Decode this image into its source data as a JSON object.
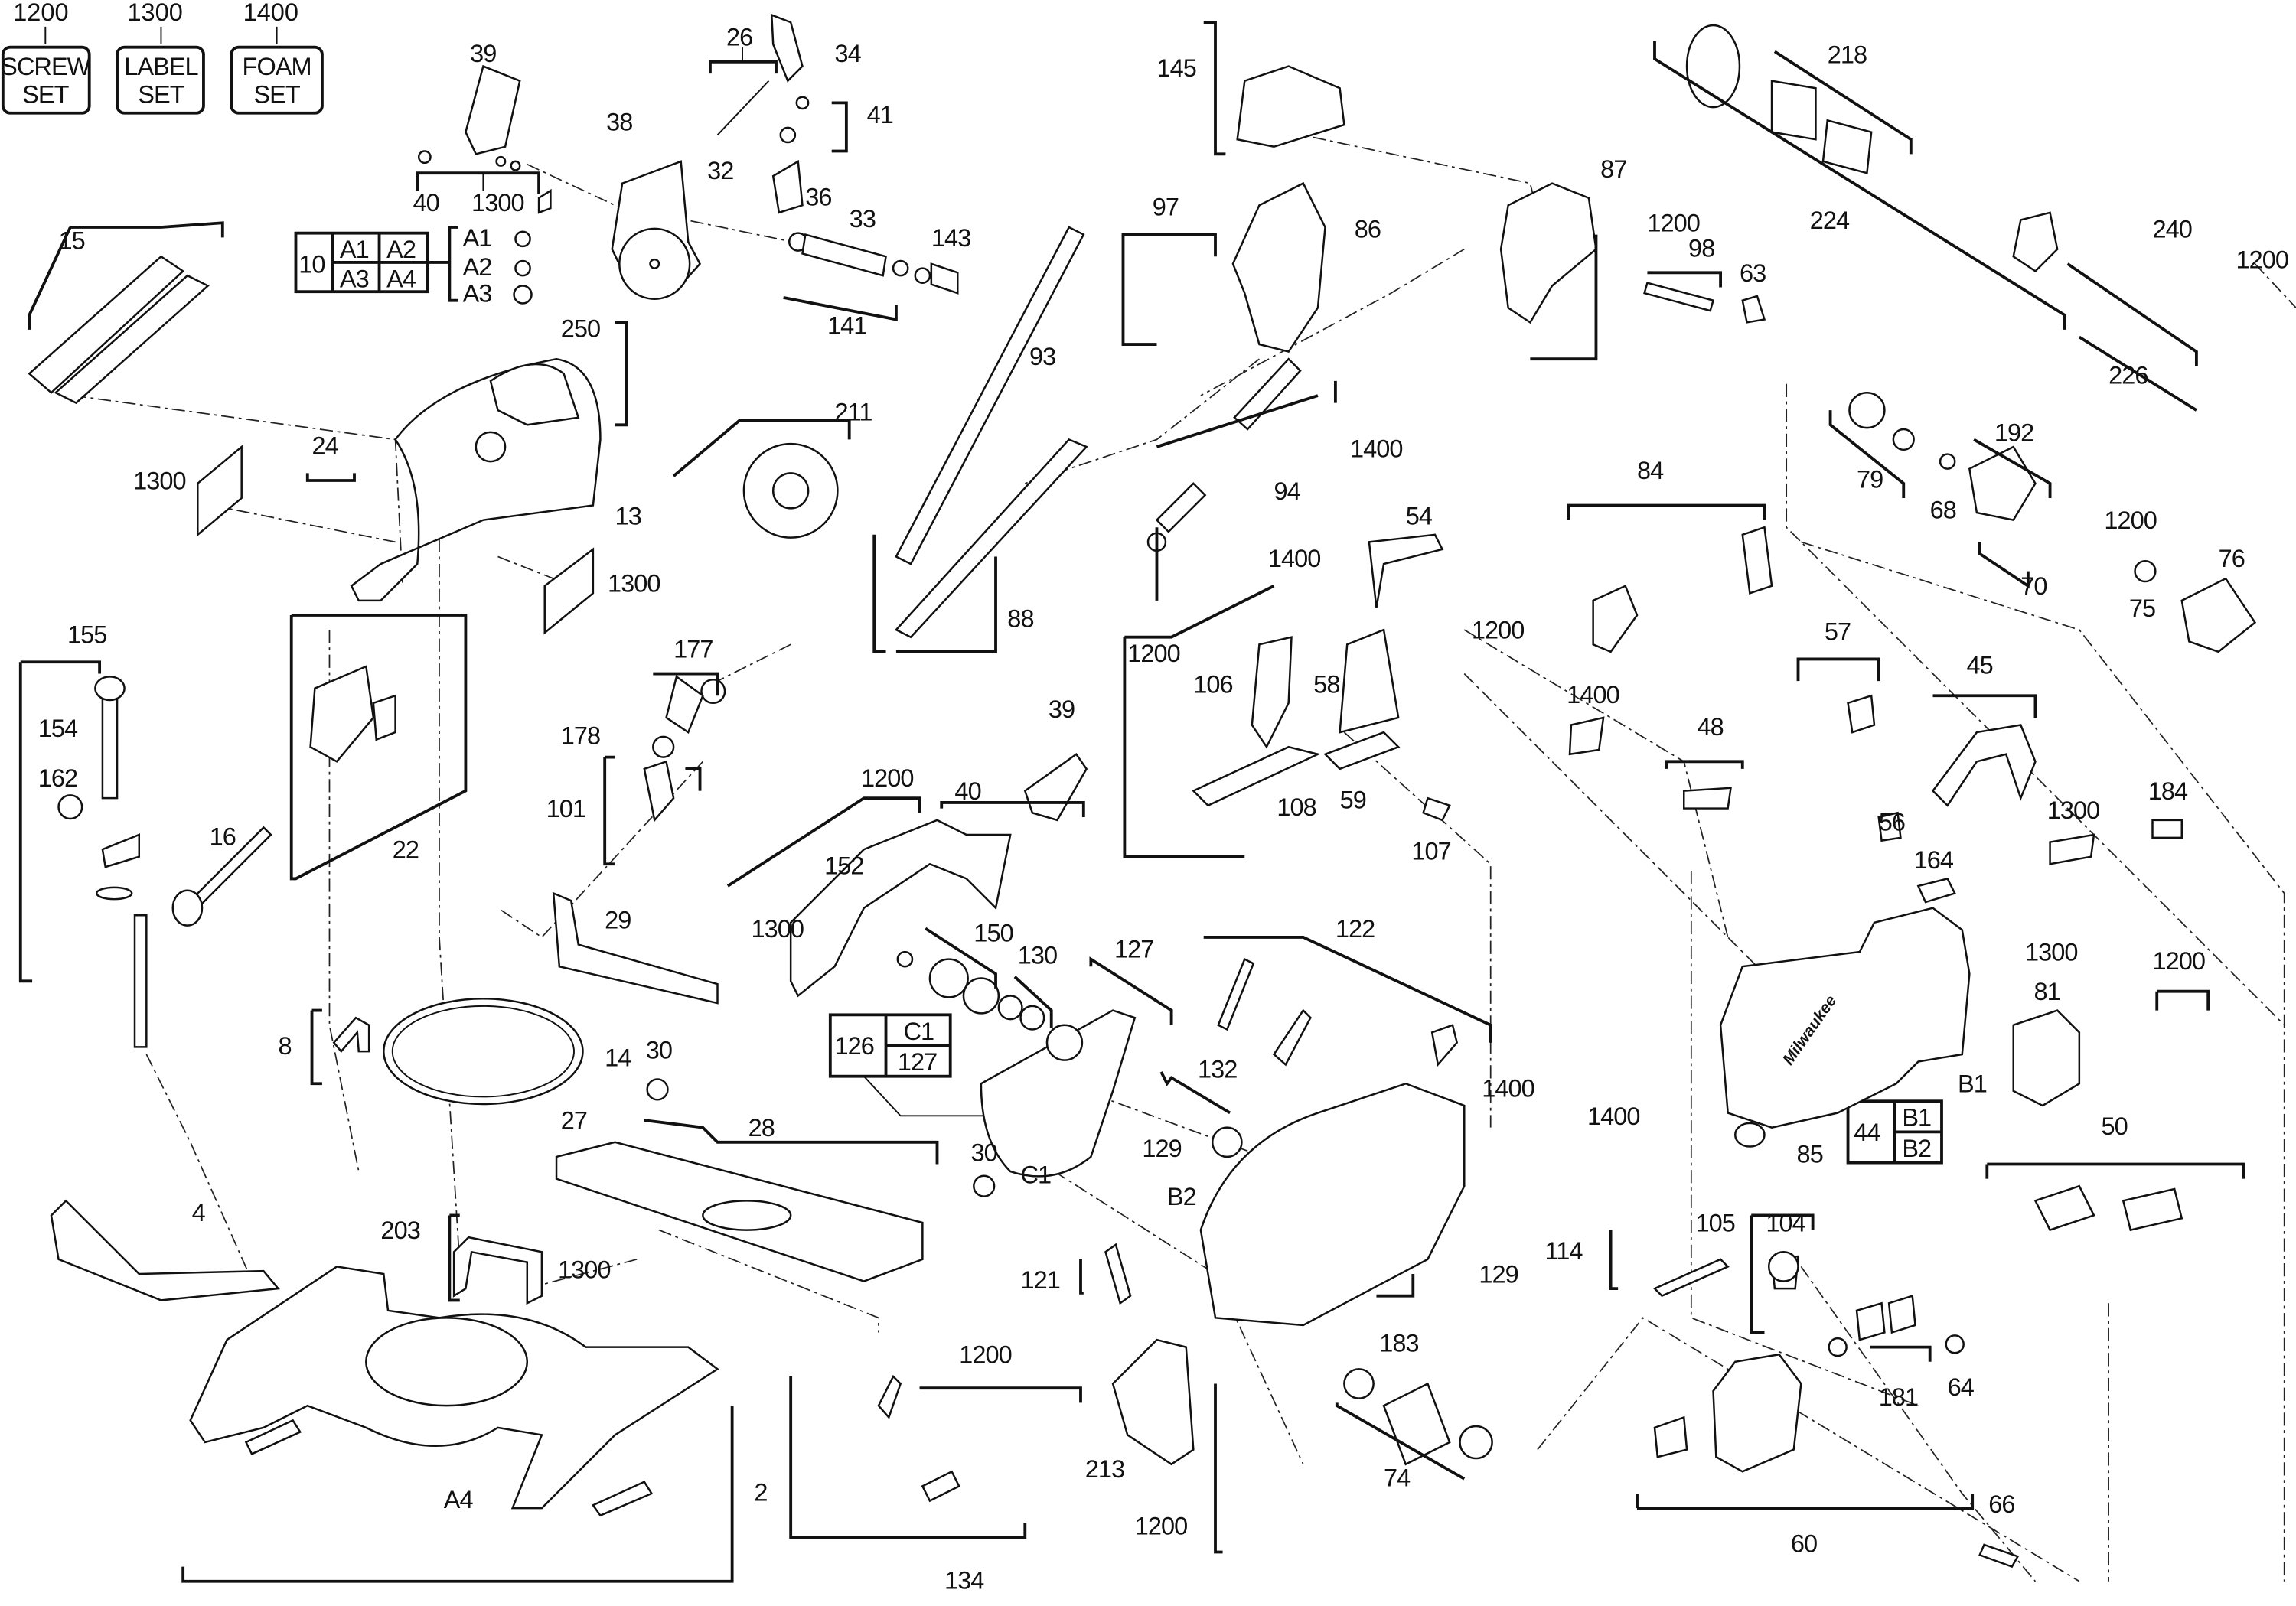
{
  "diagram": {
    "title": "Miter saw exploded parts diagram",
    "brand_on_housing": "Milwaukee",
    "brand_color": "#c8102e",
    "legend_sets": [
      {
        "number": "1200",
        "label_line1": "SCREW",
        "label_line2": "SET"
      },
      {
        "number": "1300",
        "label_line1": "LABEL",
        "label_line2": "SET"
      },
      {
        "number": "1400",
        "label_line1": "FOAM",
        "label_line2": "SET"
      }
    ],
    "kit_tables": [
      {
        "kit": "10",
        "cells": [
          "A1",
          "A2",
          "A3",
          "A4"
        ],
        "breakout": [
          "A1",
          "A2",
          "A3"
        ]
      },
      {
        "kit": "126",
        "cells": [
          "C1",
          "127"
        ]
      },
      {
        "kit": "44",
        "cells": [
          "B1",
          "B2"
        ]
      }
    ],
    "callouts": {
      "p39a": "39",
      "p40a": "40",
      "p1300a": "1300",
      "p26": "26",
      "p34": "34",
      "p38": "38",
      "p41": "41",
      "p32": "32",
      "p36": "36",
      "p33": "33",
      "p143": "143",
      "p141": "141",
      "p15": "15",
      "p250": "250",
      "p24": "24",
      "p1300b": "1300",
      "p13": "13",
      "p1300c": "1300",
      "p211": "211",
      "p145": "145",
      "p97": "97",
      "p86": "86",
      "p87": "87",
      "p1200a": "1200",
      "p98": "98",
      "p63": "63",
      "p93": "93",
      "p88": "88",
      "p94": "94",
      "p1400a": "1400",
      "p218": "218",
      "p224": "224",
      "p240": "240",
      "p1200b": "1200",
      "p226": "226",
      "p79": "79",
      "p192": "192",
      "p68": "68",
      "p1200c": "1200",
      "p70": "70",
      "p75": "75",
      "p76": "76",
      "p84": "84",
      "p54": "54",
      "p1400b": "1400",
      "p1200d": "1200",
      "p106": "106",
      "p58": "58",
      "p1200e": "1200",
      "p1400c": "1400",
      "p57": "57",
      "p45": "45",
      "p48": "48",
      "p108": "108",
      "p59": "59",
      "p107": "107",
      "p155": "155",
      "p154": "154",
      "p162": "162",
      "p16": "16",
      "p22": "22",
      "p177": "177",
      "p178": "178",
      "p101": "101",
      "p39b": "39",
      "p1200f": "1200",
      "p40b": "40",
      "p152": "152",
      "p29": "29",
      "p1300d": "1300",
      "p150": "150",
      "p130": "130",
      "p127": "127",
      "p122": "122",
      "p8": "8",
      "p14": "14",
      "p30a": "30",
      "p27": "27",
      "p28": "28",
      "pC1": "C1",
      "p132": "132",
      "p129a": "129",
      "pB2": "B2",
      "p1400d": "1400",
      "p1400e": "1400",
      "p30b": "30",
      "p4": "4",
      "p203": "203",
      "p1300e": "1300",
      "p121": "121",
      "p129b": "129",
      "p183": "183",
      "p56": "56",
      "p164": "164",
      "p1300f": "1300",
      "p1300g": "1300",
      "p184": "184",
      "p81": "81",
      "pB1": "B1",
      "p85": "85",
      "p1200g": "1200",
      "p50": "50",
      "p114": "114",
      "p105": "105",
      "p104": "104",
      "p181": "181",
      "p64": "64",
      "p60": "60",
      "p66": "66",
      "p2": "2",
      "pA4": "A4",
      "p1200h": "1200",
      "p134": "134",
      "p213": "213",
      "p74": "74",
      "p1200i": "1200"
    }
  }
}
